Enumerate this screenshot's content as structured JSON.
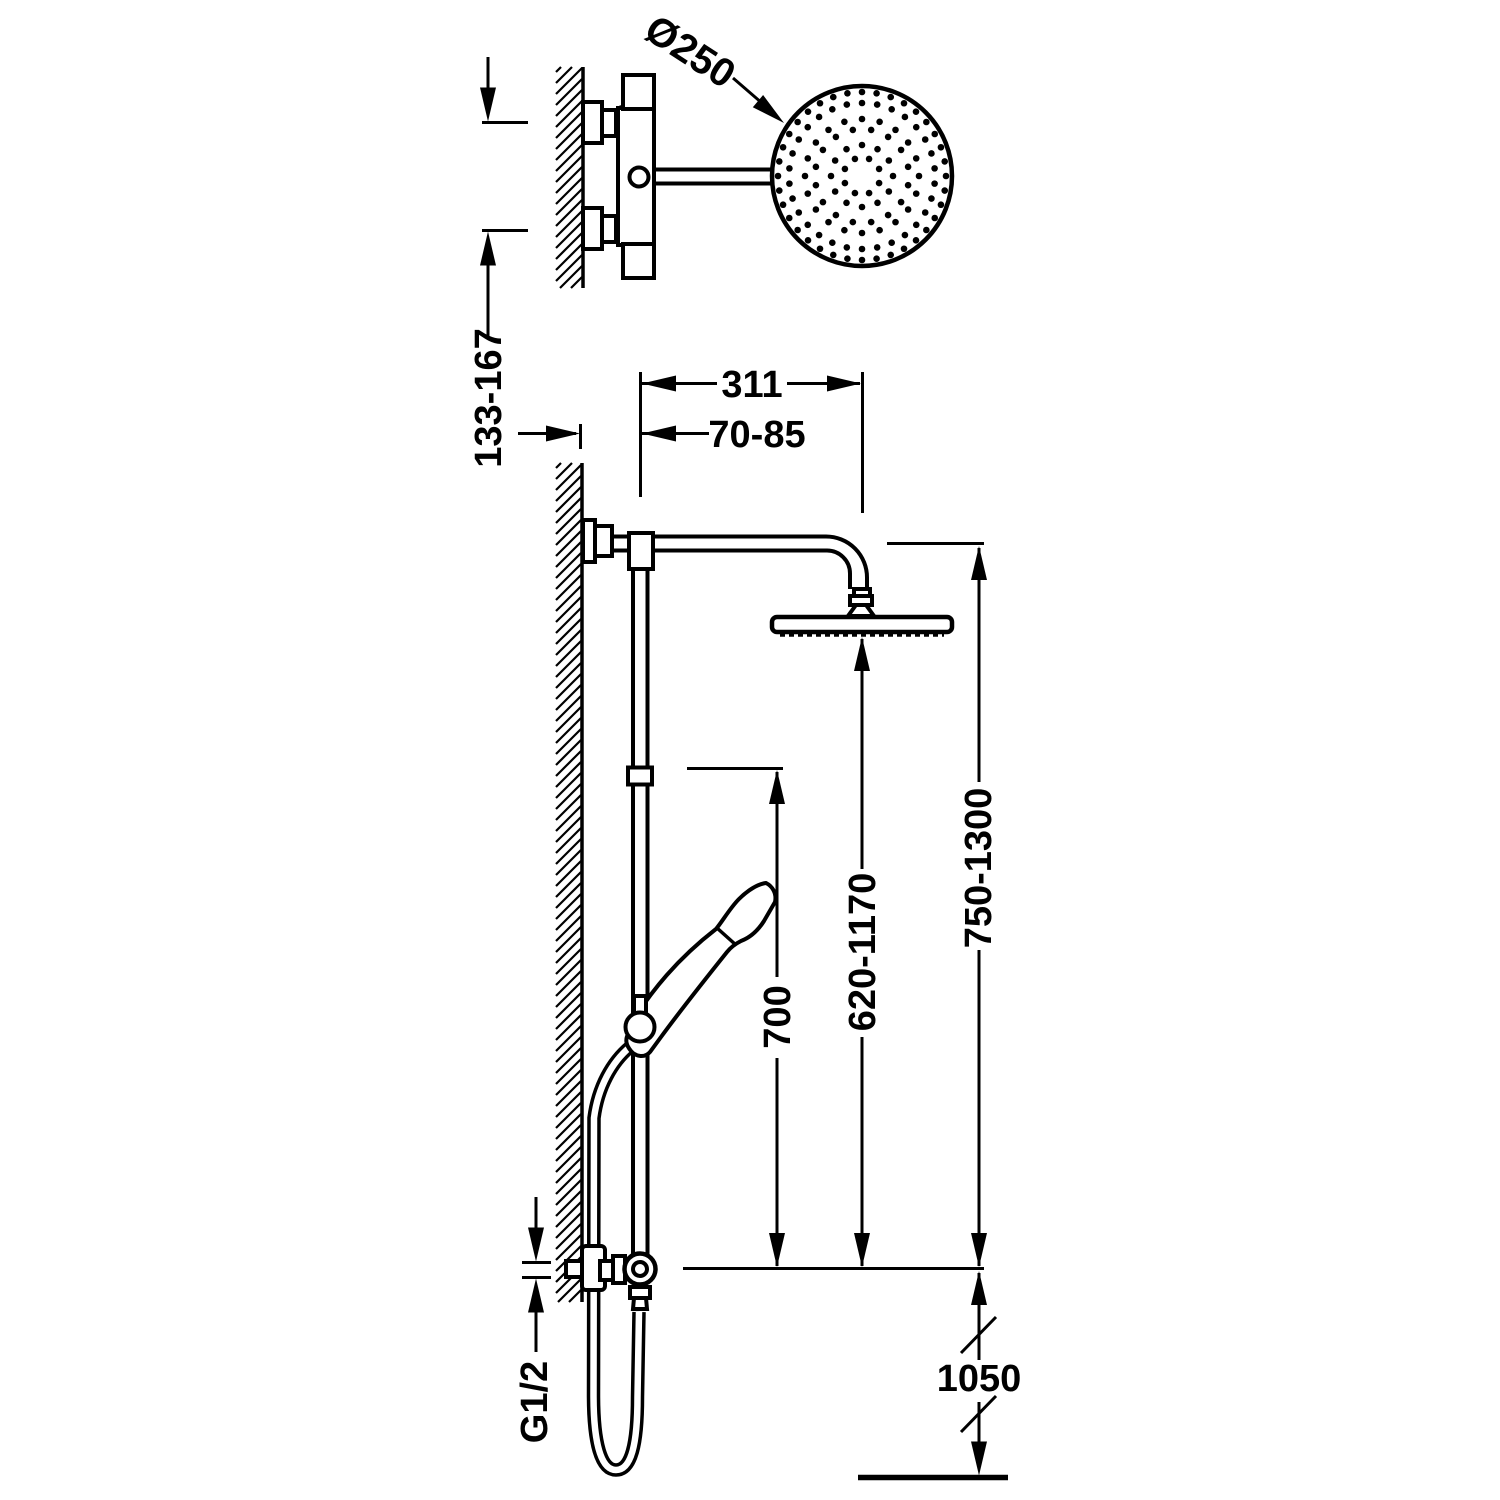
{
  "page": {
    "background": "#ffffff",
    "ink": "#000000",
    "description": "Technical dimension drawing of a wall-mounted thermostatic shower column with overhead rain shower and hand shower"
  },
  "views": {
    "plan": {
      "labels": {
        "head_diameter": "Ø250",
        "inlet_spacing": "133-167"
      }
    },
    "elevation": {
      "labels": {
        "arm_projection": "311",
        "wall_to_riser": "70-85",
        "slide_rail": "700",
        "head_underside_range": "620-1170",
        "head_height_range": "750-1300",
        "mixer_height": "1050",
        "thread": "G1/2"
      }
    }
  }
}
